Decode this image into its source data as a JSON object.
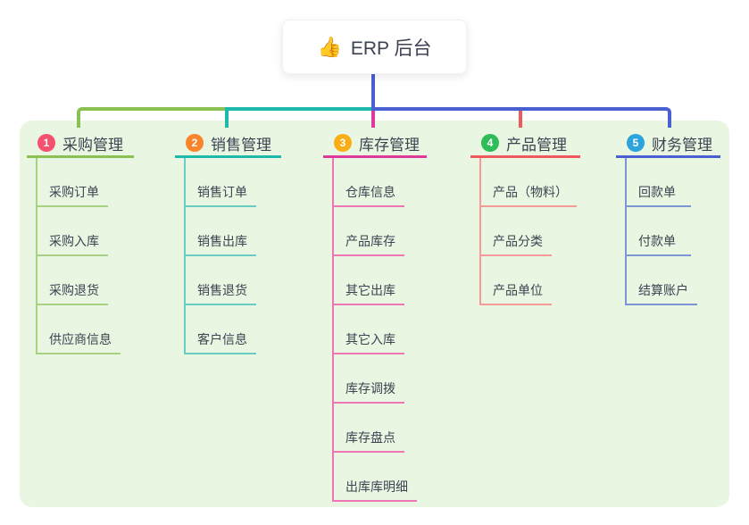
{
  "root": {
    "icon": "thumbs-up-emoji",
    "emoji": "👍",
    "label": "ERP 后台"
  },
  "connectors": {
    "root_line_color": "#4a5fd2"
  },
  "branches": [
    {
      "number": "1",
      "label": "采购管理",
      "badge_color": "#f4516c",
      "line_color": "#8bc152",
      "child_line_color": "#a9d184",
      "children": [
        "采购订单",
        "采购入库",
        "采购退货",
        "供应商信息"
      ]
    },
    {
      "number": "2",
      "label": "销售管理",
      "badge_color": "#f9842c",
      "line_color": "#1fb9ac",
      "child_line_color": "#69cdc4",
      "children": [
        "销售订单",
        "销售出库",
        "销售退货",
        "客户信息"
      ]
    },
    {
      "number": "3",
      "label": "库存管理",
      "badge_color": "#fbad18",
      "line_color": "#dc3a9d",
      "child_line_color": "#f075b5",
      "children": [
        "仓库信息",
        "产品库存",
        "其它出库",
        "其它入库",
        "库存调拨",
        "库存盘点",
        "出库库明细"
      ]
    },
    {
      "number": "4",
      "label": "产品管理",
      "badge_color": "#2ebd59",
      "line_color": "#ee5a5e",
      "child_line_color": "#f49b97",
      "children": [
        "产品（物料）",
        "产品分类",
        "产品单位"
      ]
    },
    {
      "number": "5",
      "label": "财务管理",
      "badge_color": "#2ba3dc",
      "line_color": "#4a5fd2",
      "child_line_color": "#7d95d4",
      "children": [
        "回款单",
        "付款单",
        "结算账户"
      ]
    }
  ]
}
